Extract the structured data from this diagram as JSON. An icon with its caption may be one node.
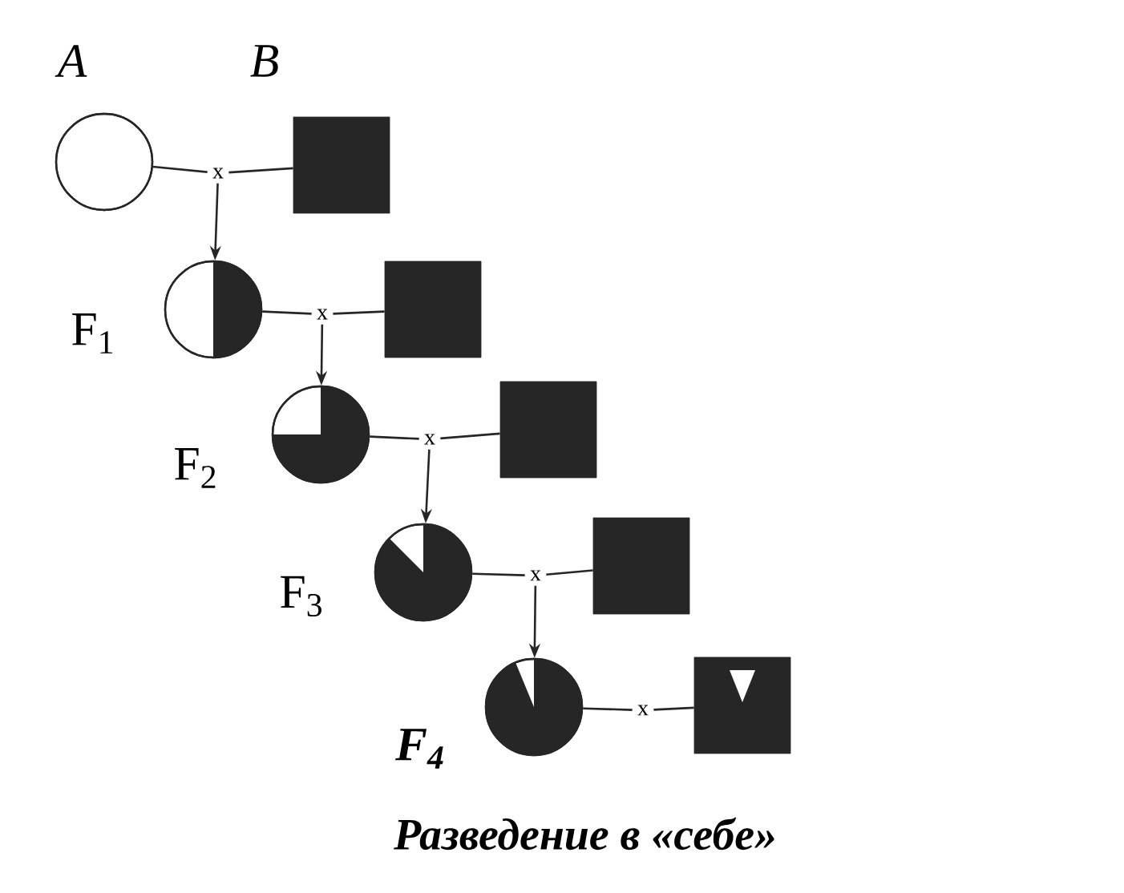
{
  "diagram": {
    "caption": "Разведение в «себе»",
    "nodes": [
      {
        "text": [],
        "shape": "circle",
        "beside": [
          "A"
        ]
      },
      {
        "text": [
          "x"
        ]
      },
      {
        "text": [],
        "shape": "box",
        "beside": [
          "B"
        ]
      },
      {
        "text": [],
        "shape": "circle",
        "beside": [
          "F$_{1}$"
        ]
      },
      {
        "text": [
          "x"
        ]
      },
      {
        "text": [],
        "shape": "box"
      },
      {
        "text": [],
        "shape": "circle",
        "beside": [
          "F$_{2}$"
        ]
      },
      {
        "text": [
          "x"
        ]
      },
      {
        "text": [],
        "shape": "box"
      },
      {
        "text": [],
        "shape": "circle",
        "beside": [
          "F$_{3}$"
        ]
      },
      {
        "text": [
          "x"
        ]
      },
      {
        "text": [],
        "shape": "box"
      },
      {
        "text": [],
        "shape": "circle",
        "beside": [
          "F$_{4}$"
        ]
      },
      {
        "text": [
          "x"
        ]
      },
      {
        "text": [],
        "shape": "box"
      }
    ],
    "edges": [
      {
        "from": 0,
        "to": 1,
        "arrow": "none"
      },
      {
        "from": 1,
        "to": 2,
        "arrow": "none"
      },
      {
        "from": 1,
        "to": 3,
        "arrow": "to"
      },
      {
        "from": 3,
        "to": 4,
        "arrow": "none"
      },
      {
        "from": 4,
        "to": 5,
        "arrow": "none"
      },
      {
        "from": 4,
        "to": 6,
        "arrow": "to"
      },
      {
        "from": 6,
        "to": 7,
        "arrow": "none"
      },
      {
        "from": 7,
        "to": 8,
        "arrow": "none"
      },
      {
        "from": 7,
        "to": 9,
        "arrow": "to"
      },
      {
        "from": 9,
        "to": 10,
        "arrow": "none"
      },
      {
        "from": 10,
        "to": 11,
        "arrow": "none"
      },
      {
        "from": 10,
        "to": 12,
        "arrow": "to"
      },
      {
        "from": 12,
        "to": 13,
        "arrow": "none"
      },
      {
        "from": 13,
        "to": 14,
        "arrow": "none"
      }
    ]
  }
}
